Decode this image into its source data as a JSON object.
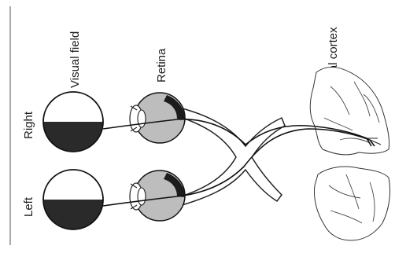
{
  "labels": {
    "visual_field": "Visual field",
    "retina": "Retina",
    "visual_cortex": "Visual cortex",
    "right": "Right",
    "left": "Left"
  },
  "colors": {
    "ink": "#1a1a1a",
    "hemifield_fill": "#2a2a2a",
    "eyeball_fill": "#bdbdbd",
    "retina_patch": "#1c1c1c"
  }
}
